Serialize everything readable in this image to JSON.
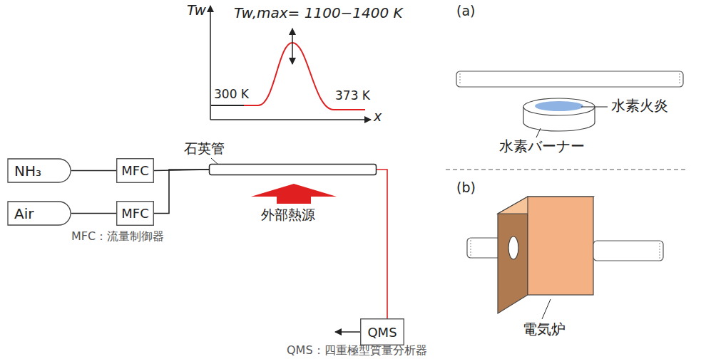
{
  "diagram": {
    "nodes": [
      {
        "text": [
          "NH₃"
        ]
      },
      {
        "text": [
          "MFC"
        ]
      },
      {
        "text": [
          "Air"
        ]
      },
      {
        "text": [
          "MFC"
        ]
      },
      {
        "text": [
          "石英管"
        ]
      },
      {
        "text": [
          "QMS"
        ]
      }
    ],
    "edges": [
      {
        "from": 0,
        "to": 1,
        "arrow": "none"
      },
      {
        "from": 2,
        "to": 3,
        "arrow": "none"
      },
      {
        "from": 1,
        "to": 4,
        "arrow": "none"
      },
      {
        "from": 3,
        "to": 4,
        "arrow": "none"
      },
      {
        "from": 4,
        "to": 5,
        "arrow": "none"
      }
    ],
    "labels": [
      "Tw",
      "Tw,max= 1100−1400 K",
      "300 K",
      "373 K",
      "x",
      "外部熱源",
      "MFC：流量制御器",
      "QMS：四重極型質量分析器",
      "(a)",
      "水素火炎",
      "水素バーナー",
      "(b)",
      "電気炉"
    ]
  }
}
